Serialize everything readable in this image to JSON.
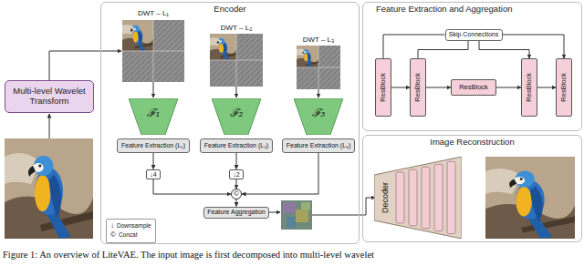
{
  "diagram": {
    "caption": "Figure 1: An overview of LiteVAE. The input image is first decomposed into multi-level wavelet",
    "nodes": [
      {
        "text": [
          "Multi-level Wavelet Transform"
        ]
      },
      {
        "text": [
          "Encoder"
        ]
      },
      {
        "text": [
          "ℱ₁"
        ],
        "in": 1
      },
      {
        "text": [
          "ℱ₂"
        ],
        "in": 1
      },
      {
        "text": [
          "ℱ₃"
        ],
        "in": 1
      },
      {
        "text": [
          "Feature Extraction (L₁)"
        ],
        "in": 1
      },
      {
        "text": [
          "Feature Extraction (L₂)"
        ],
        "in": 1
      },
      {
        "text": [
          "Feature Extraction (L₃)"
        ],
        "in": 1
      },
      {
        "text": [
          "↓4"
        ],
        "in": 1
      },
      {
        "text": [
          "↓2"
        ],
        "in": 1
      },
      {
        "text": [
          "©"
        ],
        "in": 1
      },
      {
        "text": [
          "Feature Aggregation"
        ],
        "in": 1
      },
      {
        "text": [
          "Feature Extraction and Aggregation"
        ]
      },
      {
        "text": [
          "Skip Connections"
        ],
        "in": 12
      },
      {
        "text": [
          "ResBlock"
        ],
        "in": 12
      },
      {
        "text": [
          "ResBlock"
        ],
        "in": 12
      },
      {
        "text": [
          "ResBlock"
        ],
        "in": 12
      },
      {
        "text": [
          "ResBlock"
        ],
        "in": 12
      },
      {
        "text": [
          "ResBlock"
        ],
        "in": 12
      },
      {
        "text": [
          "Image Reconstruction"
        ]
      },
      {
        "text": [
          "Decoder"
        ],
        "in": 19
      }
    ],
    "edges": [
      {
        "from": 5,
        "to": 8,
        "arrow": "to"
      },
      {
        "from": 6,
        "to": 9,
        "arrow": "to"
      },
      {
        "from": 8,
        "to": 10,
        "arrow": "to"
      },
      {
        "from": 9,
        "to": 10,
        "arrow": "to"
      },
      {
        "from": 7,
        "to": 10,
        "arrow": "to"
      },
      {
        "from": 10,
        "to": 11,
        "arrow": "to"
      },
      {
        "from": 14,
        "to": 15,
        "arrow": "to"
      },
      {
        "from": 15,
        "to": 16,
        "arrow": "to"
      },
      {
        "from": 16,
        "to": 17,
        "arrow": "to"
      },
      {
        "from": 17,
        "to": 18,
        "arrow": "to"
      },
      {
        "from": 14,
        "to": 13,
        "arrow": "none"
      },
      {
        "from": 13,
        "to": 18,
        "arrow": "to"
      },
      {
        "from": 15,
        "to": 13,
        "arrow": "none"
      },
      {
        "from": 13,
        "to": 17,
        "arrow": "to"
      }
    ],
    "labels": [
      "DWT – L₁",
      "DWT – L₂",
      "DWT – L₃",
      "↓",
      "©"
    ],
    "legend": [
      {
        "text": "Downsample"
      },
      {
        "text": "Concat"
      }
    ]
  }
}
